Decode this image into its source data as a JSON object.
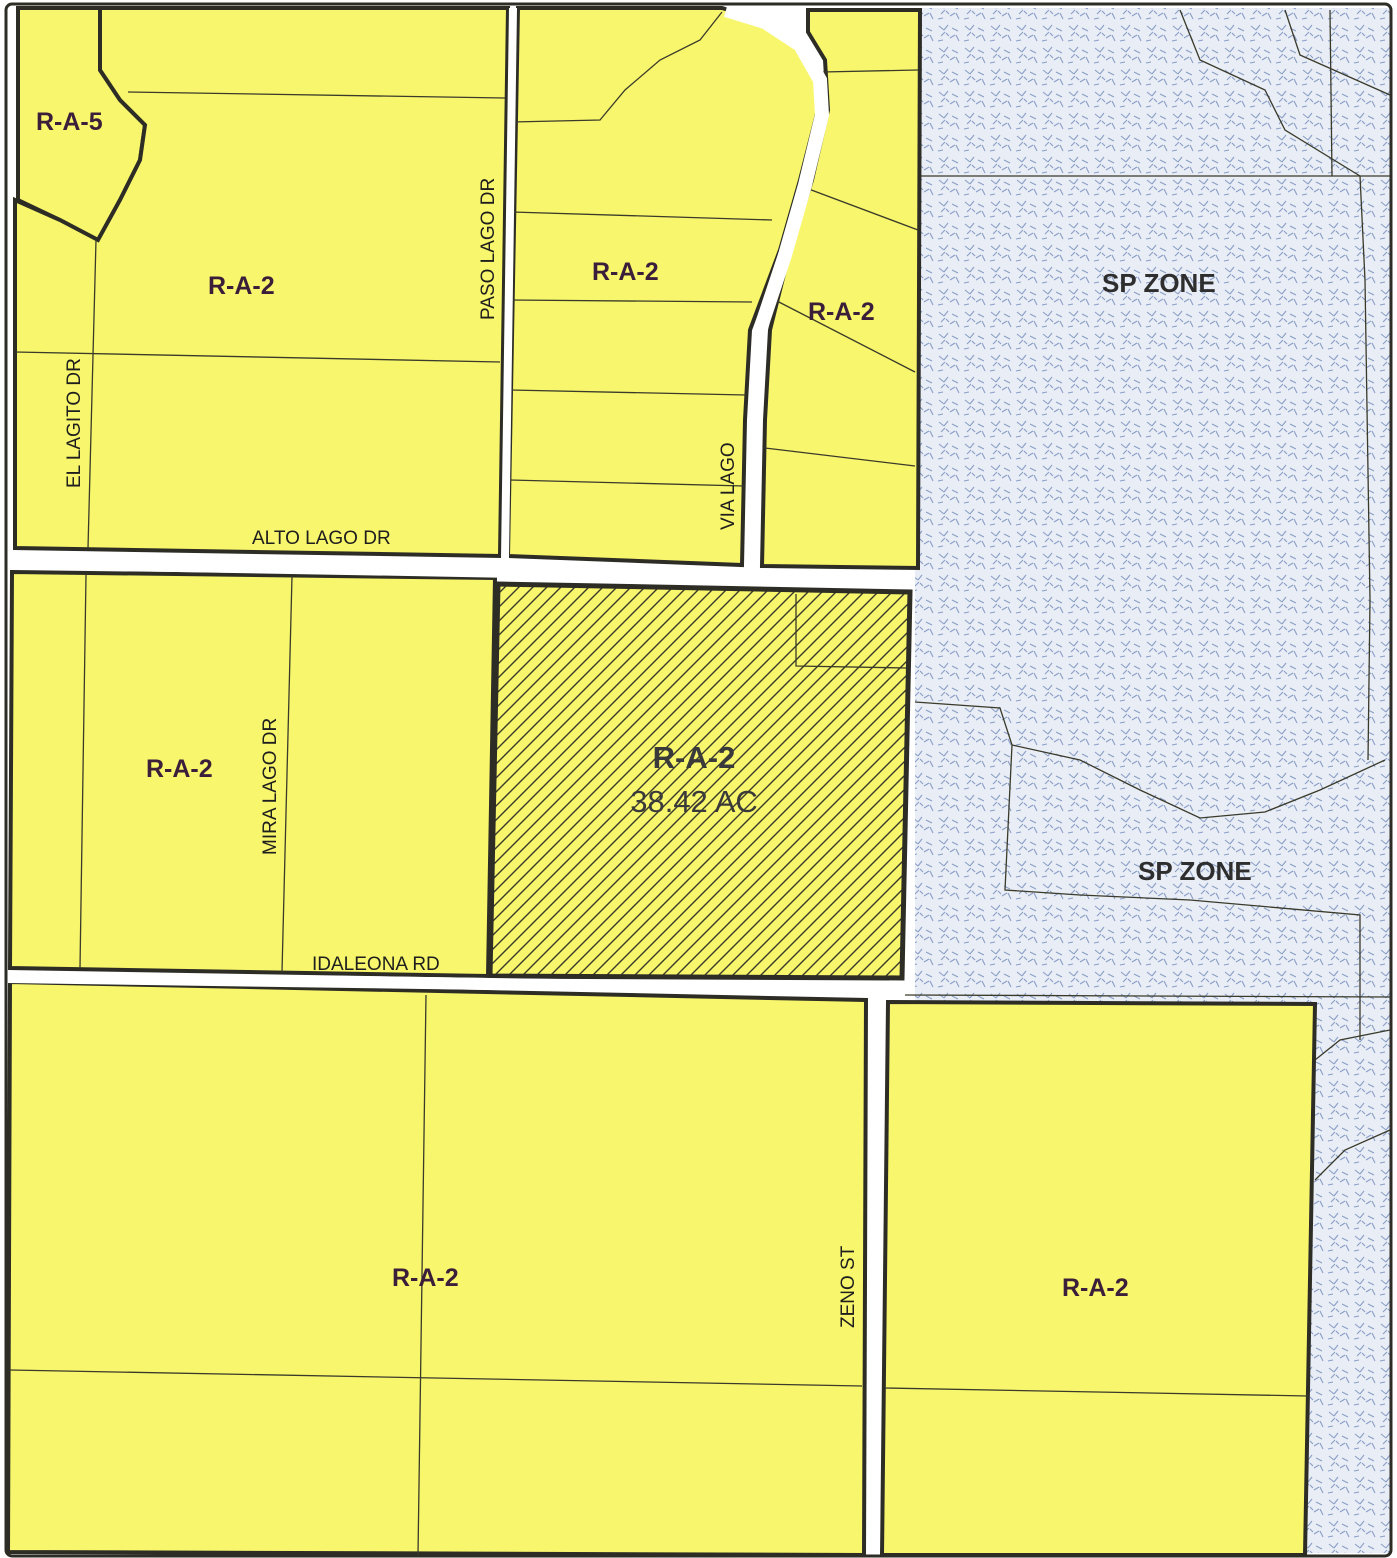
{
  "map": {
    "colors": {
      "zone_fill": "#f8f66c",
      "sp_fill": "#e8edf6",
      "sp_pattern": "#8a9ec6",
      "outline": "#2d2d26",
      "road": "#ffffff",
      "hatch": "#3a3a2a"
    },
    "subject_parcel": {
      "zone": "R-A-2",
      "area": "38.42 AC"
    },
    "zones": [
      {
        "id": "ra5-nw",
        "label": "R-A-5"
      },
      {
        "id": "ra2-nw",
        "label": "R-A-2"
      },
      {
        "id": "ra2-north-center",
        "label": "R-A-2"
      },
      {
        "id": "ra2-north-east",
        "label": "R-A-2"
      },
      {
        "id": "ra2-west",
        "label": "R-A-2"
      },
      {
        "id": "ra2-south-west",
        "label": "R-A-2"
      },
      {
        "id": "ra2-south-east",
        "label": "R-A-2"
      },
      {
        "id": "sp-north",
        "label": "SP ZONE"
      },
      {
        "id": "sp-south",
        "label": "SP ZONE"
      }
    ],
    "streets": {
      "el_lagito": "EL LAGITO DR",
      "paso_lago": "PASO LAGO DR",
      "via_lago": "VIA LAGO",
      "alto_lago": "ALTO LAGO DR",
      "mira_lago": "MIRA LAGO DR",
      "idaleona": "IDALEONA RD",
      "zeno": "ZENO ST"
    }
  }
}
